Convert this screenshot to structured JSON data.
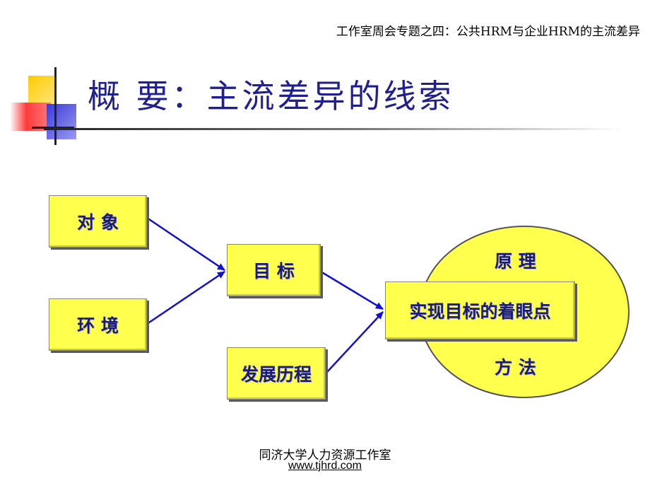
{
  "header": {
    "subtitle": "工作室周会专题之四：公共HRM与企业HRM的主流差异"
  },
  "title": "概  要：主流差异的线索",
  "diagram": {
    "nodes": {
      "object": "对  象",
      "environment": "环  境",
      "goal": "目  标",
      "history": "发展历程",
      "focus": "实现目标的着眼点",
      "principle": "原  理",
      "method": "方  法"
    },
    "colors": {
      "box_fill": "#ffff4d",
      "arrow": "#1010d0",
      "text": "#1a1a7a"
    }
  },
  "footer": {
    "organization": "同济大学人力资源工作室",
    "url": "www.tjhrd.com"
  }
}
